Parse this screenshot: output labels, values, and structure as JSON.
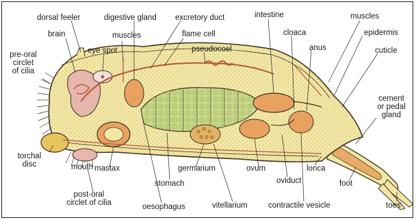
{
  "labels": {
    "dorsal_feeler": "dorsal feeler",
    "digestive_gland": "digestive gland",
    "excretory_duct": "excretory duct",
    "intestine": "intestine",
    "muscles_top": "muscles",
    "brain": "brain",
    "muscles_left": "muscles",
    "flame_cell": "flame cell",
    "cloaca": "cloaca",
    "epidermis": "epidermis",
    "eye_spot": "eye spot",
    "pseudocoel": "pseudocoel",
    "anus": "anus",
    "cuticle": "cuticle",
    "pre_oral_circlet": "pre-oral\ncirclet\nof cilia",
    "cement_gland": "cement\nor pedal\ngland",
    "torchal_disc": "torchal\ndisc",
    "mastax": "mastax",
    "germarium": "germarium",
    "ovum": "ovum",
    "lorica": "lorica",
    "oviduct": "oviduct",
    "foot": "foot",
    "mouth": "mouth",
    "stomach": "stomach",
    "post_oral_circlet": "post-oral\ncirclet of cilia",
    "oesophagus": "oesophagus",
    "vitellarium": "vitellarium",
    "contractile_vesicle": "contractile vesicle",
    "toes": "toes"
  },
  "colors": {
    "body_fill": "#f2e6a4",
    "outline": "#3a3020",
    "organ_orange": "#e8a15e",
    "organ_pink": "#e7b6ad",
    "stomach_green": "#c9d98a",
    "vitellarium_tan": "#e0b56a",
    "stipple": "#b9a464"
  }
}
